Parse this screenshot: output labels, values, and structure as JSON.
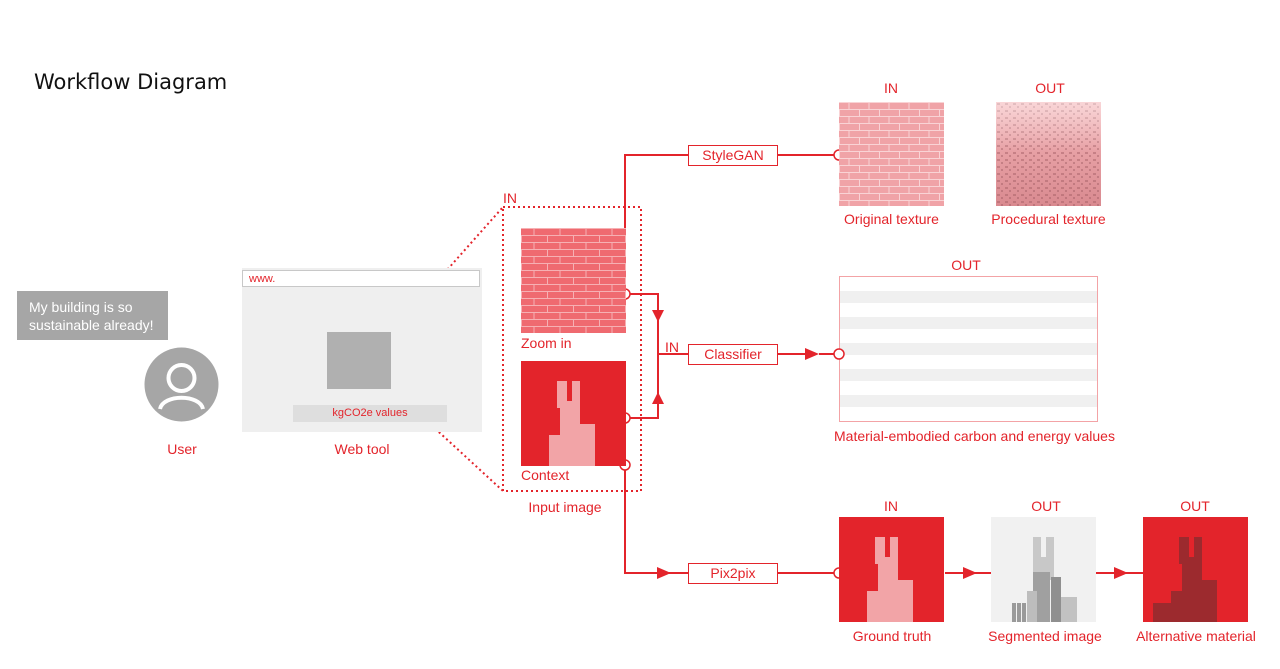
{
  "title": "Workflow Diagram",
  "user": {
    "speech": "My building is so sustainable already!",
    "label": "User",
    "icon": "user-avatar-icon"
  },
  "web_tool": {
    "url": "www.",
    "values_label": "kgCO2e values",
    "label": "Web tool"
  },
  "input_image": {
    "in_label": "IN",
    "zoom_label": "Zoom in",
    "context_label": "Context",
    "label": "Input image"
  },
  "stylegan": {
    "name": "StyleGAN",
    "in_label": "IN",
    "out_label": "OUT",
    "original_label": "Original texture",
    "procedural_label": "Procedural texture"
  },
  "classifier": {
    "name": "Classifier",
    "in_label": "IN",
    "out_label": "OUT",
    "result_label": "Material-embodied carbon and energy values"
  },
  "pix2pix": {
    "name": "Pix2pix",
    "in_label": "IN",
    "out1_label": "OUT",
    "out2_label": "OUT",
    "ground_truth_label": "Ground truth",
    "segmented_label": "Segmented image",
    "alternative_label": "Alternative material"
  },
  "colors": {
    "accent": "#e3242b",
    "pale_red": "#f2a4a7",
    "grey": "#a6a6a6",
    "dark_red": "#9c2a2e"
  }
}
